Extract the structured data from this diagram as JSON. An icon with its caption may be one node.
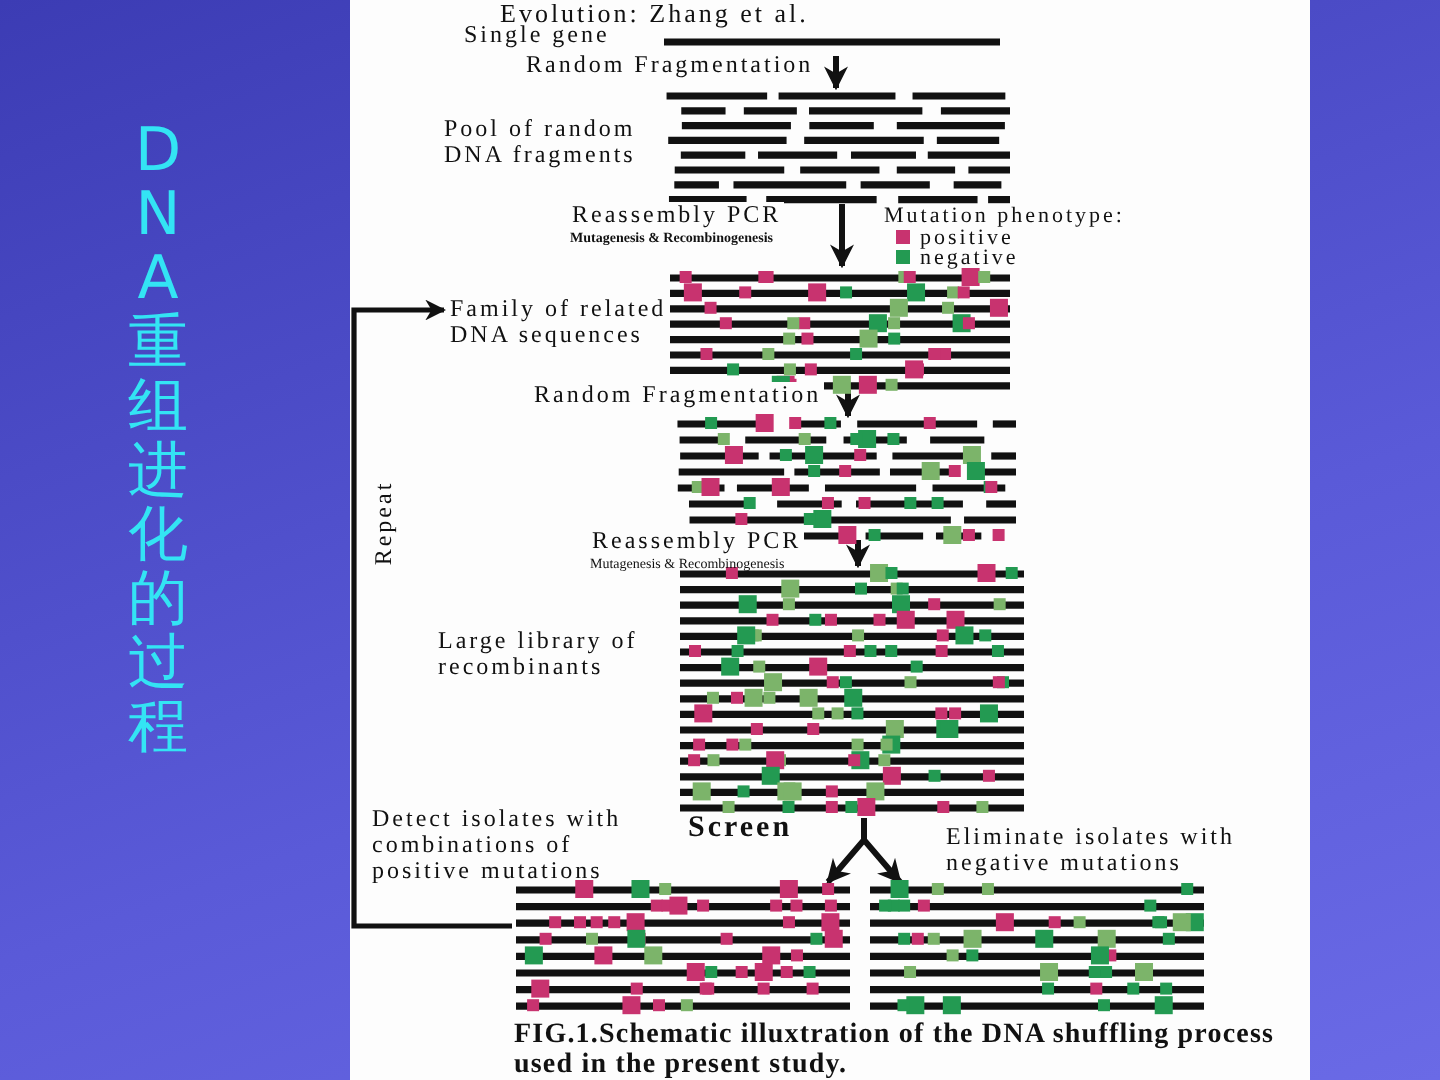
{
  "diagram": {
    "title": "DNA 重组进化的过程",
    "caption": "FIG.1.Schematic illuxtration of the DNA shuffling process used in the present study.",
    "nodes": [
      {
        "text": [
          "Single gene"
        ]
      },
      {
        "text": [
          "Pool of random DNA fragments"
        ]
      },
      {
        "text": [
          "Family of related DNA sequences"
        ]
      },
      {
        "text": [],
        "shape": "bar"
      },
      {
        "text": [
          "Large library of recombinants"
        ]
      },
      {
        "text": [
          "Detect isolates with combinations of positive mutations"
        ]
      },
      {
        "text": [
          "Eliminate isolates with negative mutations"
        ]
      }
    ],
    "edges": [
      {
        "from": 0,
        "to": 1,
        "arrow": "to",
        "label": "Random Fragmentation"
      },
      {
        "from": 1,
        "to": 2,
        "arrow": "to",
        "label": "Reassembly PCR"
      },
      {
        "from": 2,
        "to": 3,
        "arrow": "to",
        "label": "Random Fragmentation"
      },
      {
        "from": 3,
        "to": 4,
        "arrow": "to",
        "label": "Reassembly PCR"
      },
      {
        "from": 4,
        "to": 5,
        "arrow": "to",
        "label": "Screen"
      },
      {
        "from": 4,
        "to": 6,
        "arrow": "to"
      },
      {
        "from": 5,
        "to": 2,
        "arrow": "to",
        "label": "Repeat"
      }
    ],
    "labels": [
      "Evolution: Zhang et al.",
      "Mutagenesis & Recombinogenesis",
      "Mutation phenotype:",
      "Mutagenesis & Recombinogenesis"
    ],
    "legend": [
      {
        "text": "positive",
        "color": "#c8336f"
      },
      {
        "text": "negative",
        "color": "#239a52"
      }
    ]
  }
}
